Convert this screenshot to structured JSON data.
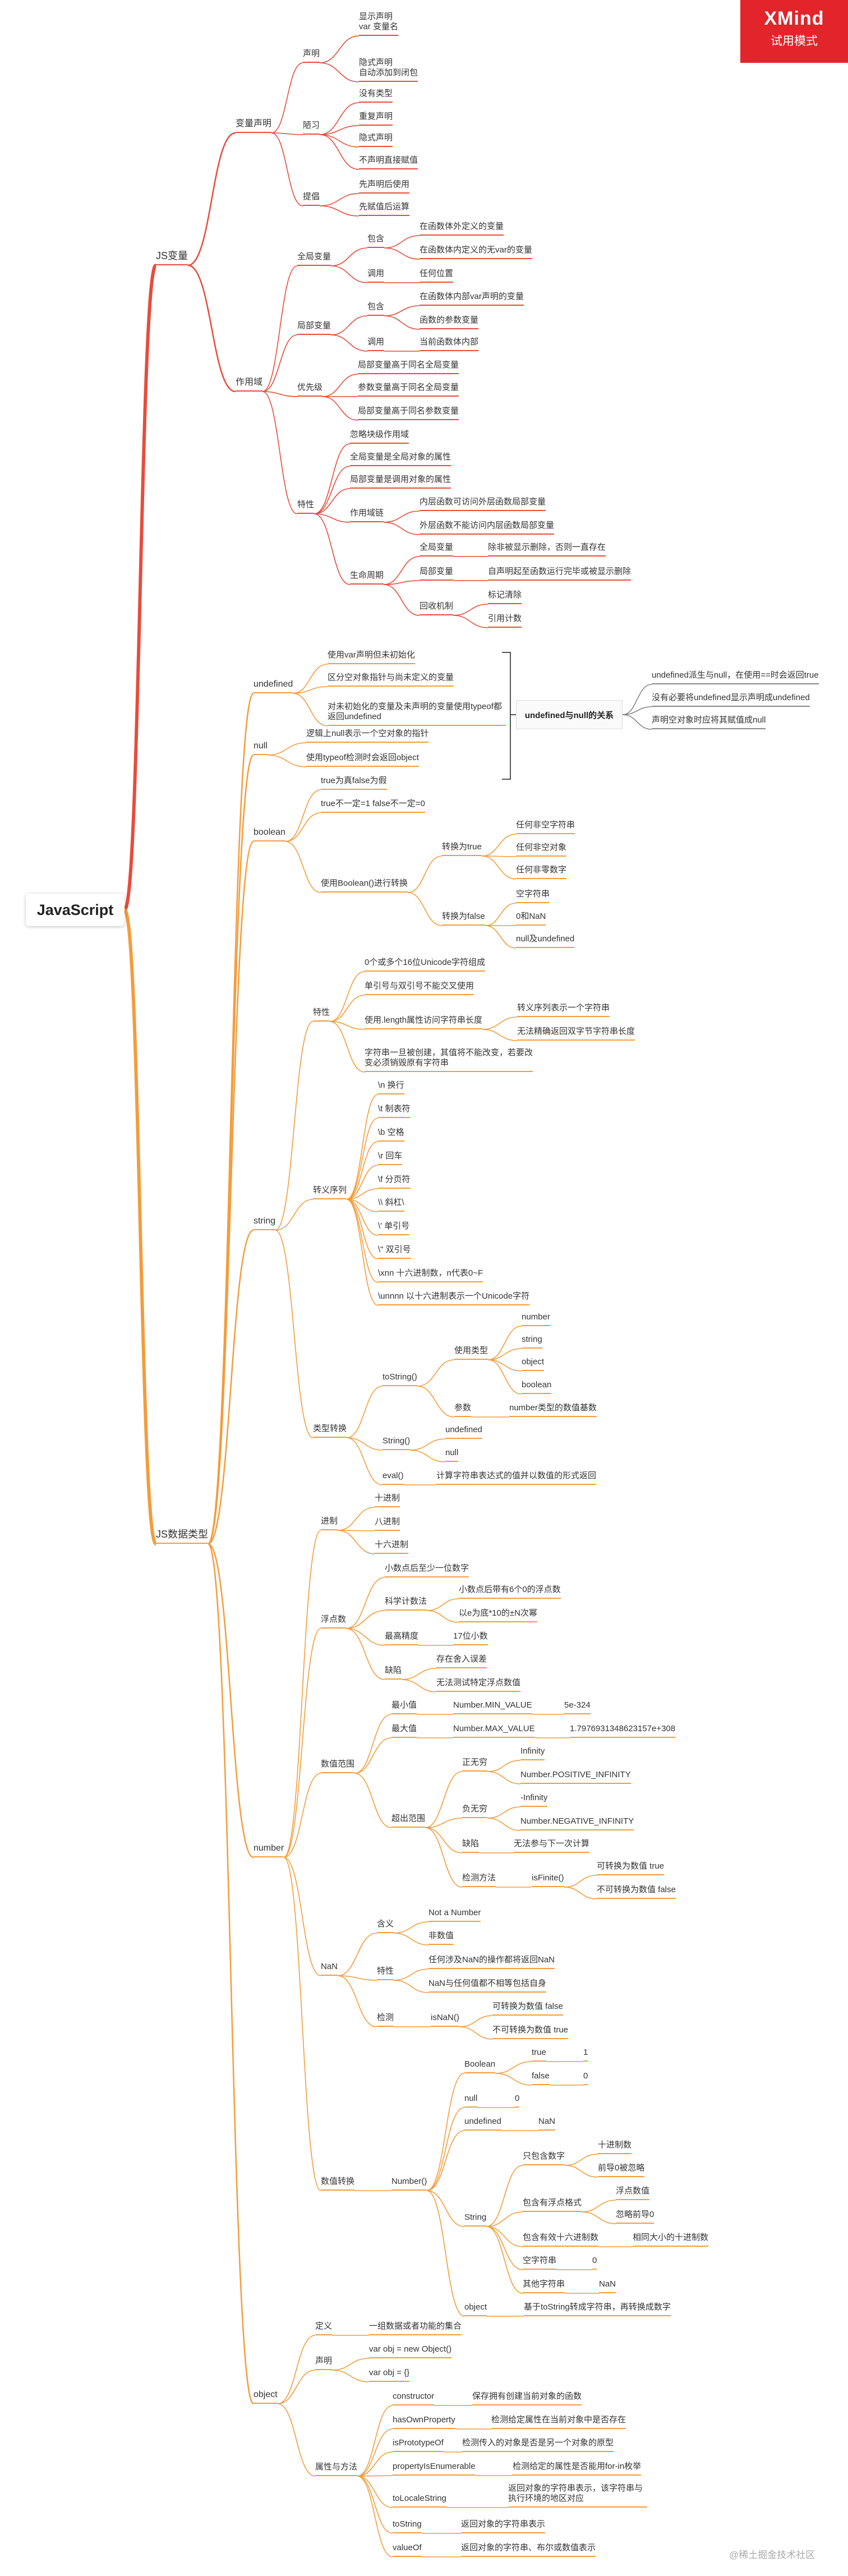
{
  "app": {
    "title": "JavaScript"
  },
  "badge": {
    "brand": "XMind",
    "mode": "试用模式"
  },
  "watermark": "@稀土掘金技术社区",
  "relation_box": "undefined与null的关系",
  "colors": {
    "red_branch": "#e74c3c",
    "orange_branch": "#f39c3c",
    "root_border": "#dddddd",
    "badge": "#e2242b"
  },
  "nodes": [
    {
      "id": "n1",
      "text": "JS变量"
    },
    {
      "id": "n2",
      "text": "变量声明"
    },
    {
      "id": "n3",
      "text": "声明"
    },
    {
      "id": "n4",
      "text": "显示声明\nvar 变量名"
    },
    {
      "id": "n5",
      "text": "隐式声明\n自动添加到闭包"
    },
    {
      "id": "n6",
      "text": "陋习"
    },
    {
      "id": "n7",
      "text": "没有类型"
    },
    {
      "id": "n8",
      "text": "重复声明"
    },
    {
      "id": "n9",
      "text": "隐式声明"
    },
    {
      "id": "n10",
      "text": "不声明直接赋值"
    },
    {
      "id": "n11",
      "text": "提倡"
    },
    {
      "id": "n12",
      "text": "先声明后使用"
    },
    {
      "id": "n13",
      "text": "先赋值后运算"
    },
    {
      "id": "n14",
      "text": "作用域"
    },
    {
      "id": "n15",
      "text": "全局变量"
    },
    {
      "id": "n16",
      "text": "包含"
    },
    {
      "id": "n17",
      "text": "在函数体外定义的变量"
    },
    {
      "id": "n18",
      "text": "在函数体内定义的无var的变量"
    },
    {
      "id": "n19",
      "text": "调用"
    },
    {
      "id": "n20",
      "text": "任何位置"
    },
    {
      "id": "n21",
      "text": "局部变量"
    },
    {
      "id": "n22",
      "text": "包含"
    },
    {
      "id": "n23",
      "text": "在函数体内部var声明的变量"
    },
    {
      "id": "n24",
      "text": "函数的参数变量"
    },
    {
      "id": "n25",
      "text": "调用"
    },
    {
      "id": "n26",
      "text": "当前函数体内部"
    },
    {
      "id": "n27",
      "text": "优先级"
    },
    {
      "id": "n28",
      "text": "局部变量高于同名全局变量"
    },
    {
      "id": "n29",
      "text": "参数变量高于同名全局变量"
    },
    {
      "id": "n30",
      "text": "局部变量高于同名参数变量"
    },
    {
      "id": "n31",
      "text": "特性"
    },
    {
      "id": "n32",
      "text": "忽略块级作用域"
    },
    {
      "id": "n33",
      "text": "全局变量是全局对象的属性"
    },
    {
      "id": "n34",
      "text": "局部变量是调用对象的属性"
    },
    {
      "id": "n35",
      "text": "作用域链"
    },
    {
      "id": "n36",
      "text": "内层函数可访问外层函数局部变量"
    },
    {
      "id": "n37",
      "text": "外层函数不能访问内层函数局部变量"
    },
    {
      "id": "n38",
      "text": "生命周期"
    },
    {
      "id": "n39",
      "text": "全局变量"
    },
    {
      "id": "n40",
      "text": "除非被显示删除，否则一直存在"
    },
    {
      "id": "n41",
      "text": "局部变量"
    },
    {
      "id": "n42",
      "text": "自声明起至函数运行完毕或被显示删除"
    },
    {
      "id": "n43",
      "text": "回收机制"
    },
    {
      "id": "n44",
      "text": "标记清除"
    },
    {
      "id": "n45",
      "text": "引用计数"
    },
    {
      "id": "n46",
      "text": "JS数据类型"
    },
    {
      "id": "n47",
      "text": "undefined"
    },
    {
      "id": "n48",
      "text": "使用var声明但未初始化"
    },
    {
      "id": "n49",
      "text": "区分空对象指针与尚未定义的变量"
    },
    {
      "id": "n50",
      "text": "对未初始化的变量及未声明的变量使用typeof都返回undefined"
    },
    {
      "id": "n51",
      "text": "null"
    },
    {
      "id": "n52",
      "text": "逻辑上null表示一个空对象的指针"
    },
    {
      "id": "n53",
      "text": "使用typeof检测时会返回object"
    },
    {
      "id": "n54",
      "text": "undefined派生与null，在使用==时会返回true"
    },
    {
      "id": "n55",
      "text": "没有必要将undefined显示声明成undefined"
    },
    {
      "id": "n56",
      "text": "声明空对象时应将其赋值成null"
    },
    {
      "id": "n57",
      "text": "boolean"
    },
    {
      "id": "n58",
      "text": "true为真false为假"
    },
    {
      "id": "n59",
      "text": "true不一定=1 false不一定=0"
    },
    {
      "id": "n60",
      "text": "使用Boolean()进行转换"
    },
    {
      "id": "n61",
      "text": "转换为true"
    },
    {
      "id": "n62",
      "text": "任何非空字符串"
    },
    {
      "id": "n63",
      "text": "任何非空对象"
    },
    {
      "id": "n64",
      "text": "任何非零数字"
    },
    {
      "id": "n65",
      "text": "转换为false"
    },
    {
      "id": "n66",
      "text": "空字符串"
    },
    {
      "id": "n67",
      "text": "0和NaN"
    },
    {
      "id": "n68",
      "text": "null及undefined"
    },
    {
      "id": "n69",
      "text": "string"
    },
    {
      "id": "n70",
      "text": "特性"
    },
    {
      "id": "n71",
      "text": "0个或多个16位Unicode字符组成"
    },
    {
      "id": "n72",
      "text": "单引号与双引号不能交叉使用"
    },
    {
      "id": "n73",
      "text": "使用.length属性访问字符串长度"
    },
    {
      "id": "n74",
      "text": "转义序列表示一个字符串"
    },
    {
      "id": "n75",
      "text": "无法精确返回双字节字符串长度"
    },
    {
      "id": "n76",
      "text": "字符串一旦被创建，其值将不能改变，若要改变必须销毁原有字符串"
    },
    {
      "id": "n77",
      "text": "转义序列"
    },
    {
      "id": "n78",
      "text": "\\n 换行"
    },
    {
      "id": "n79",
      "text": "\\t 制表符"
    },
    {
      "id": "n80",
      "text": "\\b 空格"
    },
    {
      "id": "n81",
      "text": "\\r 回车"
    },
    {
      "id": "n82",
      "text": "\\f 分页符"
    },
    {
      "id": "n83",
      "text": "\\\\ 斜杠\\"
    },
    {
      "id": "n84",
      "text": "\\' 单引号"
    },
    {
      "id": "n85",
      "text": "\\\" 双引号"
    },
    {
      "id": "n86",
      "text": "\\xnn 十六进制数，n代表0~F"
    },
    {
      "id": "n87",
      "text": "\\unnnn 以十六进制表示一个Unicode字符"
    },
    {
      "id": "n88",
      "text": "类型转换"
    },
    {
      "id": "n89",
      "text": "toString()"
    },
    {
      "id": "n90",
      "text": "使用类型"
    },
    {
      "id": "n91",
      "text": "number"
    },
    {
      "id": "n92",
      "text": "string"
    },
    {
      "id": "n93",
      "text": "object"
    },
    {
      "id": "n94",
      "text": "boolean"
    },
    {
      "id": "n95",
      "text": "参数"
    },
    {
      "id": "n96",
      "text": "number类型的数值基数"
    },
    {
      "id": "n97",
      "text": "String()"
    },
    {
      "id": "n98",
      "text": "undefined"
    },
    {
      "id": "n99",
      "text": "null"
    },
    {
      "id": "n100",
      "text": "eval()"
    },
    {
      "id": "n101",
      "text": "计算字符串表达式的值并以数值的形式返回"
    },
    {
      "id": "n102",
      "text": "number"
    },
    {
      "id": "n103",
      "text": "进制"
    },
    {
      "id": "n104",
      "text": "十进制"
    },
    {
      "id": "n105",
      "text": "八进制"
    },
    {
      "id": "n106",
      "text": "十六进制"
    },
    {
      "id": "n107",
      "text": "浮点数"
    },
    {
      "id": "n108",
      "text": "小数点后至少一位数字"
    },
    {
      "id": "n109",
      "text": "科学计数法"
    },
    {
      "id": "n110",
      "text": "小数点后带有6个0的浮点数"
    },
    {
      "id": "n111",
      "text": "以e为底*10的±N次幂"
    },
    {
      "id": "n112",
      "text": "最高精度"
    },
    {
      "id": "n113",
      "text": "17位小数"
    },
    {
      "id": "n114",
      "text": "缺陷"
    },
    {
      "id": "n115",
      "text": "存在舍入误差"
    },
    {
      "id": "n116",
      "text": "无法测试特定浮点数值"
    },
    {
      "id": "n117",
      "text": "数值范围"
    },
    {
      "id": "n118",
      "text": "最小值"
    },
    {
      "id": "n119",
      "text": "Number.MIN_VALUE"
    },
    {
      "id": "n120",
      "text": "5e-324"
    },
    {
      "id": "n121",
      "text": "最大值"
    },
    {
      "id": "n122",
      "text": "Number.MAX_VALUE"
    },
    {
      "id": "n123",
      "text": "1.7976931348623157e+308"
    },
    {
      "id": "n124",
      "text": "超出范围"
    },
    {
      "id": "n125",
      "text": "正无穷"
    },
    {
      "id": "n126",
      "text": "Infinity"
    },
    {
      "id": "n127",
      "text": "Number.POSITIVE_INFINITY"
    },
    {
      "id": "n128",
      "text": "负无穷"
    },
    {
      "id": "n129",
      "text": "-Infinity"
    },
    {
      "id": "n130",
      "text": "Number.NEGATIVE_INFINITY"
    },
    {
      "id": "n131",
      "text": "缺陷"
    },
    {
      "id": "n132",
      "text": "无法参与下一次计算"
    },
    {
      "id": "n133",
      "text": "检测方法"
    },
    {
      "id": "n134",
      "text": "isFinite()"
    },
    {
      "id": "n135",
      "text": "可转换为数值 true"
    },
    {
      "id": "n136",
      "text": "不可转换为数值 false"
    },
    {
      "id": "n137",
      "text": "NaN"
    },
    {
      "id": "n138",
      "text": "含义"
    },
    {
      "id": "n139",
      "text": "Not a Number"
    },
    {
      "id": "n140",
      "text": "非数值"
    },
    {
      "id": "n141",
      "text": "特性"
    },
    {
      "id": "n142",
      "text": "任何涉及NaN的操作都将返回NaN"
    },
    {
      "id": "n143",
      "text": "NaN与任何值都不相等包括自身"
    },
    {
      "id": "n144",
      "text": "检测"
    },
    {
      "id": "n145",
      "text": "isNaN()"
    },
    {
      "id": "n146",
      "text": "可转换为数值 false"
    },
    {
      "id": "n147",
      "text": "不可转换为数值 true"
    },
    {
      "id": "n148",
      "text": "数值转换"
    },
    {
      "id": "n149",
      "text": "Number()"
    },
    {
      "id": "n150",
      "text": "Boolean"
    },
    {
      "id": "n151",
      "text": "true"
    },
    {
      "id": "n152",
      "text": "1"
    },
    {
      "id": "n153",
      "text": "false"
    },
    {
      "id": "n154",
      "text": "0"
    },
    {
      "id": "n155",
      "text": "null"
    },
    {
      "id": "n156",
      "text": "0"
    },
    {
      "id": "n157",
      "text": "undefined"
    },
    {
      "id": "n158",
      "text": "NaN"
    },
    {
      "id": "n159",
      "text": "String"
    },
    {
      "id": "n160",
      "text": "只包含数字"
    },
    {
      "id": "n161",
      "text": "十进制数"
    },
    {
      "id": "n162",
      "text": "前导0被忽略"
    },
    {
      "id": "n163",
      "text": "包含有浮点格式"
    },
    {
      "id": "n164",
      "text": "浮点数值"
    },
    {
      "id": "n165",
      "text": "忽略前导0"
    },
    {
      "id": "n166",
      "text": "包含有效十六进制数"
    },
    {
      "id": "n167",
      "text": "相同大小的十进制数"
    },
    {
      "id": "n168",
      "text": "空字符串"
    },
    {
      "id": "n169",
      "text": "0"
    },
    {
      "id": "n170",
      "text": "其他字符串"
    },
    {
      "id": "n171",
      "text": "NaN"
    },
    {
      "id": "n172",
      "text": "object"
    },
    {
      "id": "n173",
      "text": "基于toString转成字符串，再转换成数字"
    },
    {
      "id": "n174",
      "text": "object"
    },
    {
      "id": "n175",
      "text": "定义"
    },
    {
      "id": "n176",
      "text": "一组数据或者功能的集合"
    },
    {
      "id": "n177",
      "text": "声明"
    },
    {
      "id": "n178",
      "text": "var obj = new Object()"
    },
    {
      "id": "n179",
      "text": "var obj = {}"
    },
    {
      "id": "n180",
      "text": "属性与方法"
    },
    {
      "id": "n181",
      "text": "constructor"
    },
    {
      "id": "n182",
      "text": "保存拥有创建当前对象的函数"
    },
    {
      "id": "n183",
      "text": "hasOwnProperty"
    },
    {
      "id": "n184",
      "text": "检测给定属性在当前对象中是否存在"
    },
    {
      "id": "n185",
      "text": "isPrototypeOf"
    },
    {
      "id": "n186",
      "text": "检测传入的对象是否是另一个对象的原型"
    },
    {
      "id": "n187",
      "text": "propertyIsEnumerable"
    },
    {
      "id": "n188",
      "text": "检测给定的属性是否能用for-in枚举"
    },
    {
      "id": "n189",
      "text": "toLocaleString"
    },
    {
      "id": "n190",
      "text": "返回对象的字符串表示，该字符串与执行环境的地区对应"
    },
    {
      "id": "n191",
      "text": "toString"
    },
    {
      "id": "n192",
      "text": "返回对象的字符串表示"
    },
    {
      "id": "n193",
      "text": "valueOf"
    },
    {
      "id": "n194",
      "text": "返回对象的字符串、布尔或数值表示"
    }
  ]
}
